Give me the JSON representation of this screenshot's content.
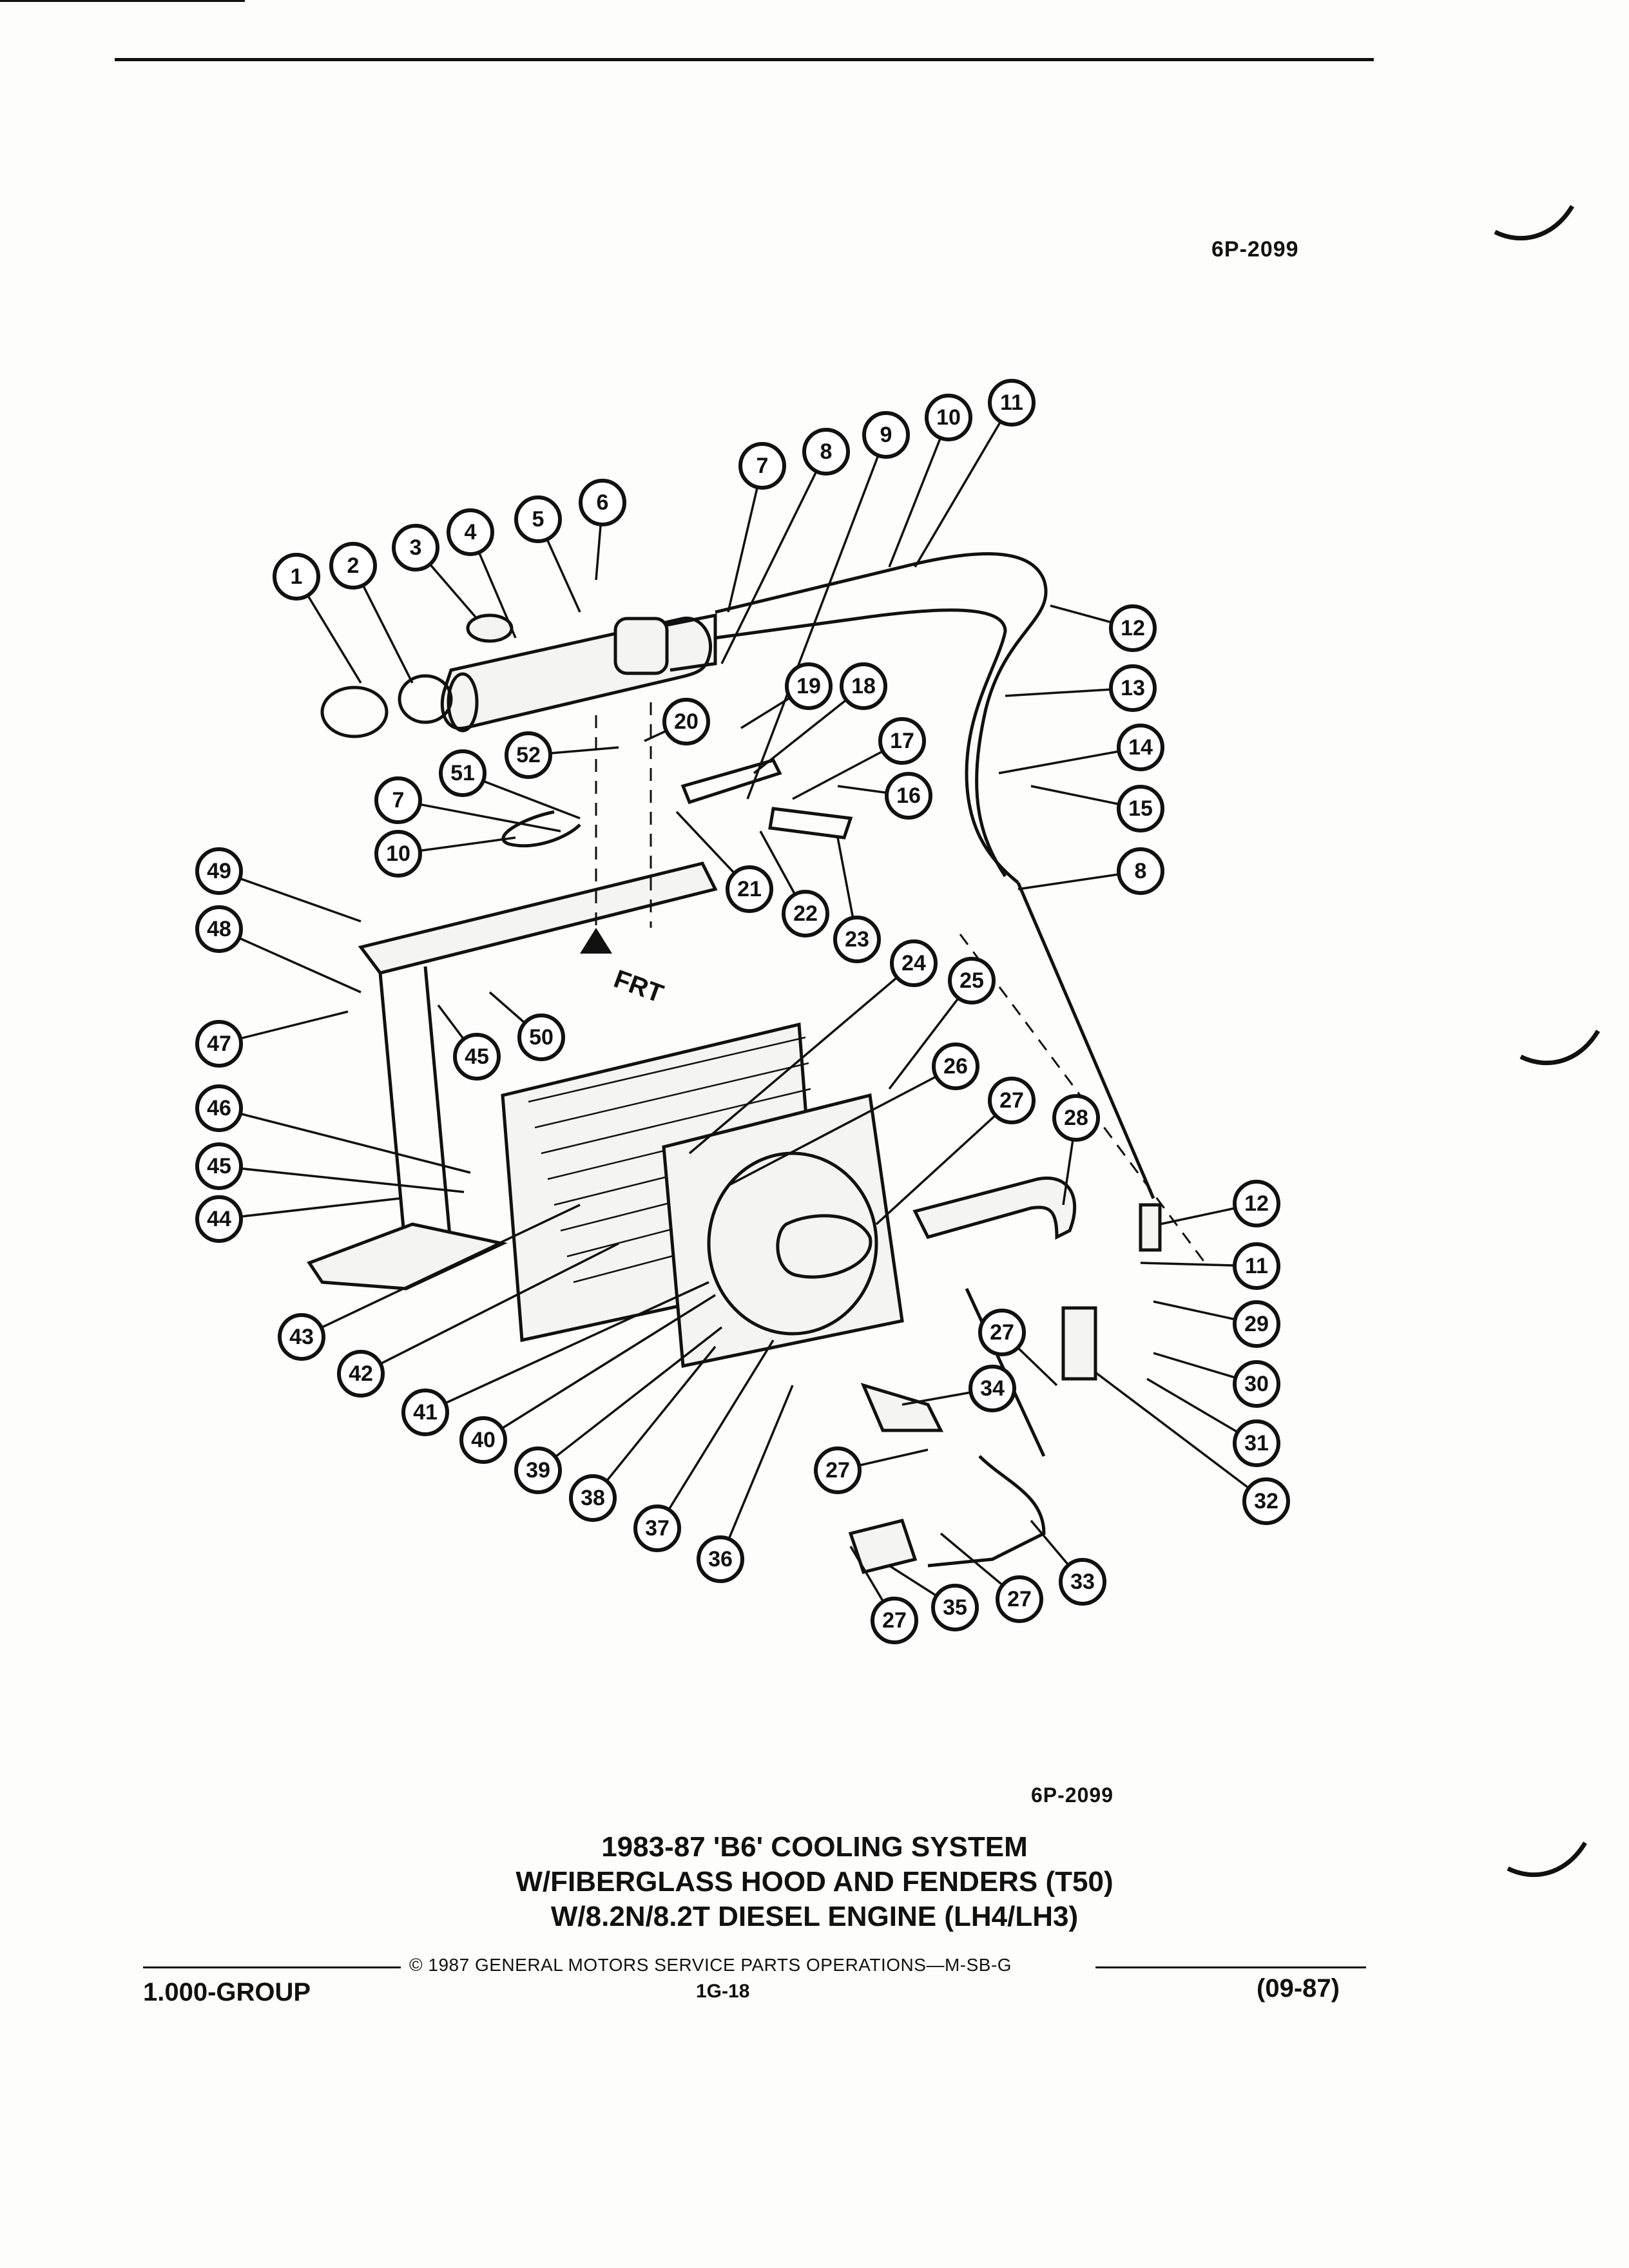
{
  "header": {
    "drawing_code": "6P-2099"
  },
  "diagram": {
    "front_label": "FRT",
    "callouts": [
      {
        "n": "1"
      },
      {
        "n": "2"
      },
      {
        "n": "3"
      },
      {
        "n": "4"
      },
      {
        "n": "5"
      },
      {
        "n": "6"
      },
      {
        "n": "7"
      },
      {
        "n": "8"
      },
      {
        "n": "9"
      },
      {
        "n": "10"
      },
      {
        "n": "11"
      },
      {
        "n": "12"
      },
      {
        "n": "13"
      },
      {
        "n": "14"
      },
      {
        "n": "15"
      },
      {
        "n": "8"
      },
      {
        "n": "16"
      },
      {
        "n": "17"
      },
      {
        "n": "18"
      },
      {
        "n": "19"
      },
      {
        "n": "20"
      },
      {
        "n": "52"
      },
      {
        "n": "51"
      },
      {
        "n": "7"
      },
      {
        "n": "10"
      },
      {
        "n": "21"
      },
      {
        "n": "22"
      },
      {
        "n": "23"
      },
      {
        "n": "49"
      },
      {
        "n": "48"
      },
      {
        "n": "47"
      },
      {
        "n": "45"
      },
      {
        "n": "50"
      },
      {
        "n": "24"
      },
      {
        "n": "25"
      },
      {
        "n": "26"
      },
      {
        "n": "27"
      },
      {
        "n": "28"
      },
      {
        "n": "46"
      },
      {
        "n": "45"
      },
      {
        "n": "44"
      },
      {
        "n": "12"
      },
      {
        "n": "11"
      },
      {
        "n": "29"
      },
      {
        "n": "30"
      },
      {
        "n": "31"
      },
      {
        "n": "32"
      },
      {
        "n": "27"
      },
      {
        "n": "34"
      },
      {
        "n": "27"
      },
      {
        "n": "43"
      },
      {
        "n": "42"
      },
      {
        "n": "41"
      },
      {
        "n": "40"
      },
      {
        "n": "39"
      },
      {
        "n": "38"
      },
      {
        "n": "37"
      },
      {
        "n": "36"
      },
      {
        "n": "33"
      },
      {
        "n": "27"
      },
      {
        "n": "35"
      },
      {
        "n": "27"
      }
    ]
  },
  "footer": {
    "drawing_code": "6P-2099",
    "title_lines": [
      "1983-87 'B6' COOLING SYSTEM",
      "W/FIBERGLASS HOOD AND FENDERS (T50)",
      "W/8.2N/8.2T DIESEL ENGINE (LH4/LH3)"
    ],
    "copyright": "© 1987 GENERAL MOTORS SERVICE PARTS OPERATIONS—M-SB-G",
    "page_number": "1G-18",
    "group": "1.000-GROUP",
    "revision": "(09-87)"
  }
}
